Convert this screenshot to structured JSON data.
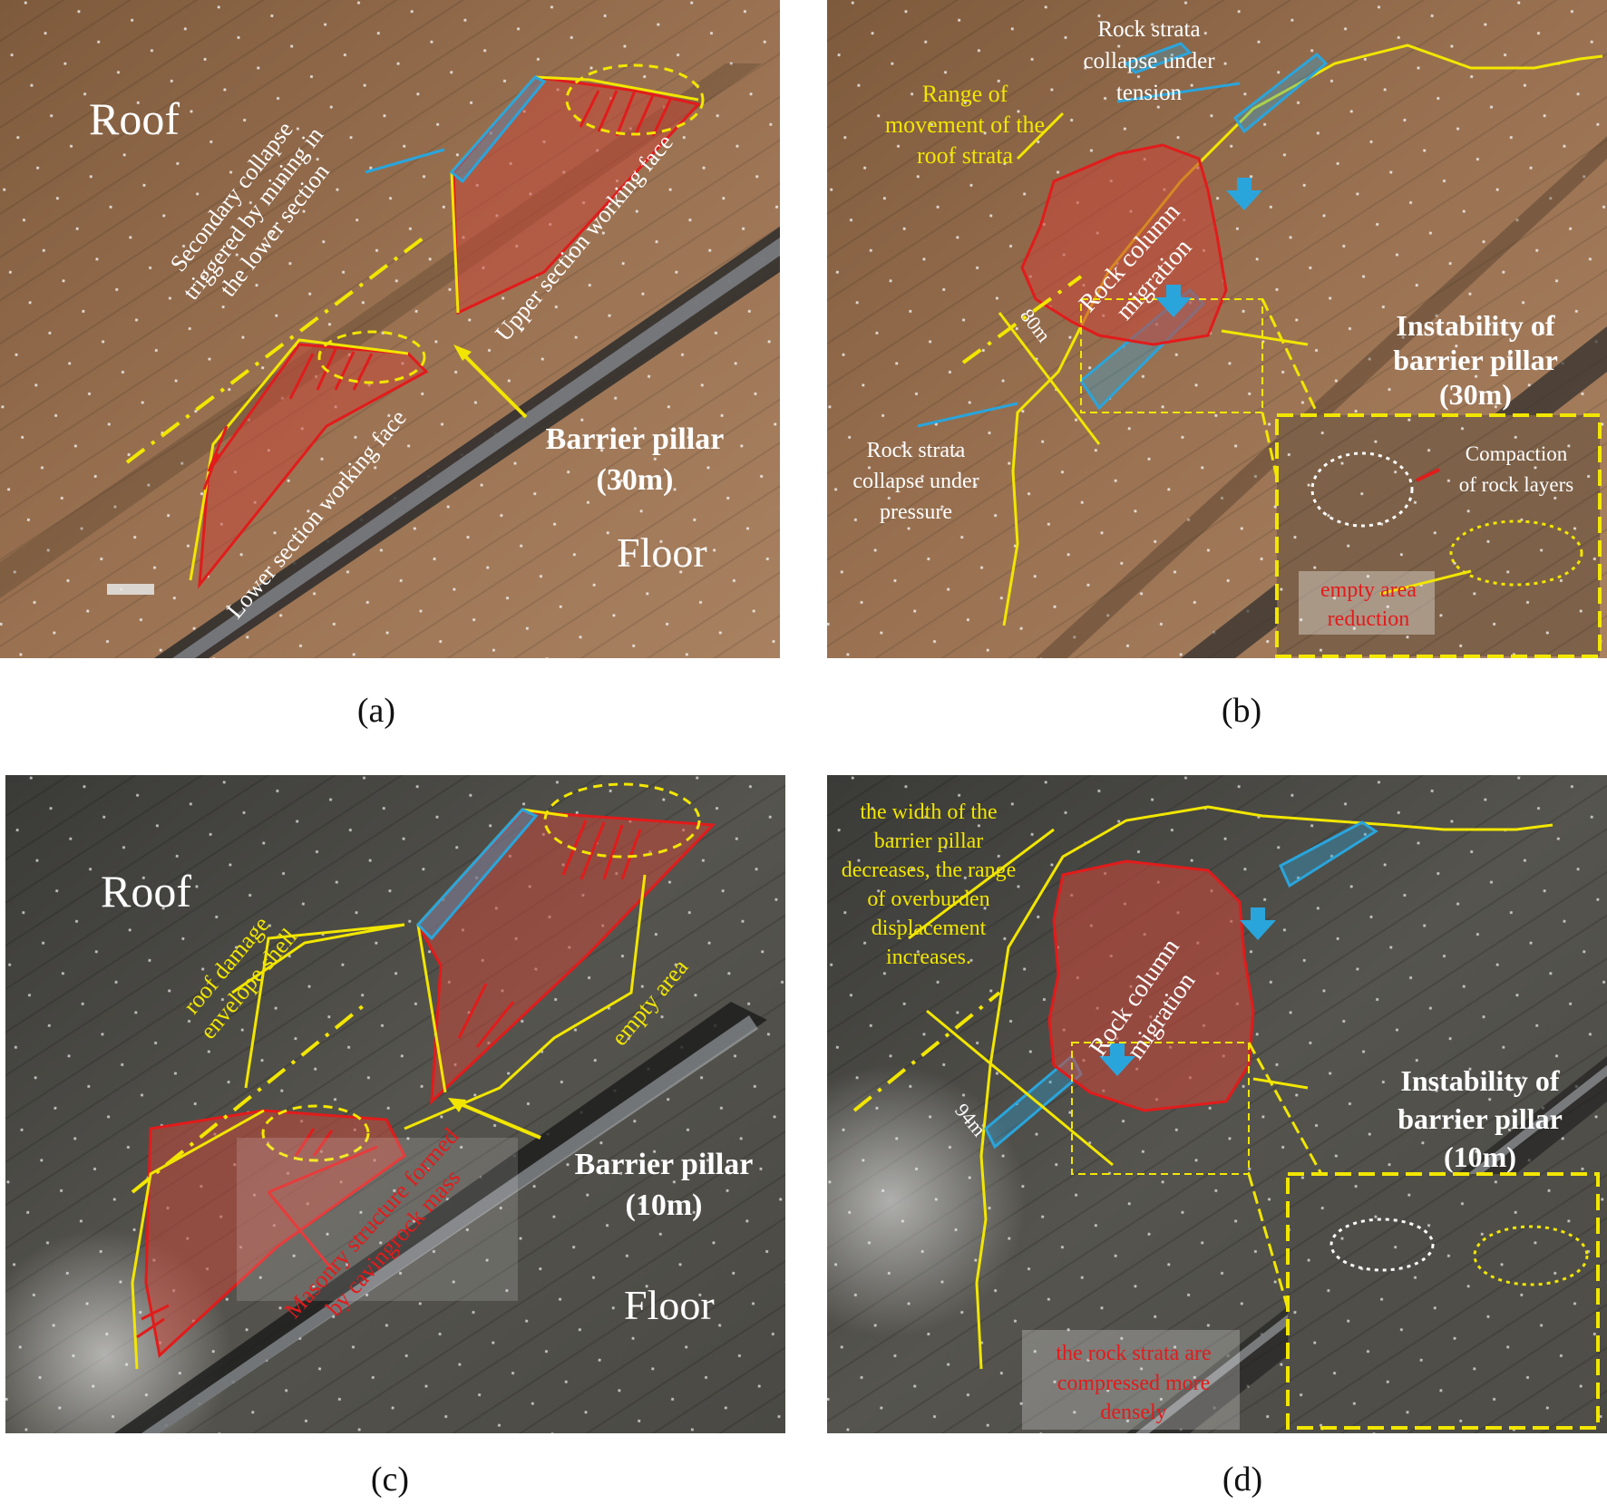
{
  "colors": {
    "yellow": "#f2e600",
    "red": "#e21b1b",
    "red_fill": "#d0503f",
    "blue": "#2aa5dc",
    "rock_brown": "#8b6445",
    "rock_gray": "#4a4a46",
    "white": "#ffffff"
  },
  "panels": {
    "a": {
      "caption": "(a)",
      "roof": "Roof",
      "floor": "Floor",
      "secondary": [
        "Secondary collapse",
        "triggered by mining in",
        "the lower section"
      ],
      "upper_face": "Upper section working face",
      "lower_face": "Lower section working face",
      "pillar": [
        "Barrier pillar",
        "(30m)"
      ]
    },
    "b": {
      "caption": "(b)",
      "tension": [
        "Rock strata",
        "collapse under",
        "tension"
      ],
      "range": [
        "Range of",
        "movement of the",
        "roof strata"
      ],
      "migration": [
        "Rock column",
        "migration"
      ],
      "dist": "80m",
      "instability": [
        "Instability of",
        "barrier pillar",
        "(30m)"
      ],
      "pressure": [
        "Rock strata",
        "collapse under",
        "pressure"
      ],
      "compaction": [
        "Compaction",
        "of rock layers"
      ],
      "empty_reduction": [
        "empty area",
        "reduction"
      ]
    },
    "c": {
      "caption": "(c)",
      "roof": "Roof",
      "floor": "Floor",
      "envelope": [
        "roof damage",
        "envelope shell"
      ],
      "empty": "empty area",
      "pillar": [
        "Barrier pillar",
        "(10m)"
      ],
      "masonry": [
        "Masonry structure formed",
        "by cavingrock mass"
      ]
    },
    "d": {
      "caption": "(d)",
      "width_note": [
        "the width of the",
        "barrier pillar",
        "decreases, the range",
        "of overburden",
        "displacement",
        "increases."
      ],
      "migration": [
        "Rock column",
        "migration"
      ],
      "dist": "94m",
      "instability": [
        "Instability of",
        "barrier pillar",
        "(10m)"
      ],
      "compressed": [
        "the rock strata are",
        "compressed more",
        "densely"
      ]
    }
  }
}
